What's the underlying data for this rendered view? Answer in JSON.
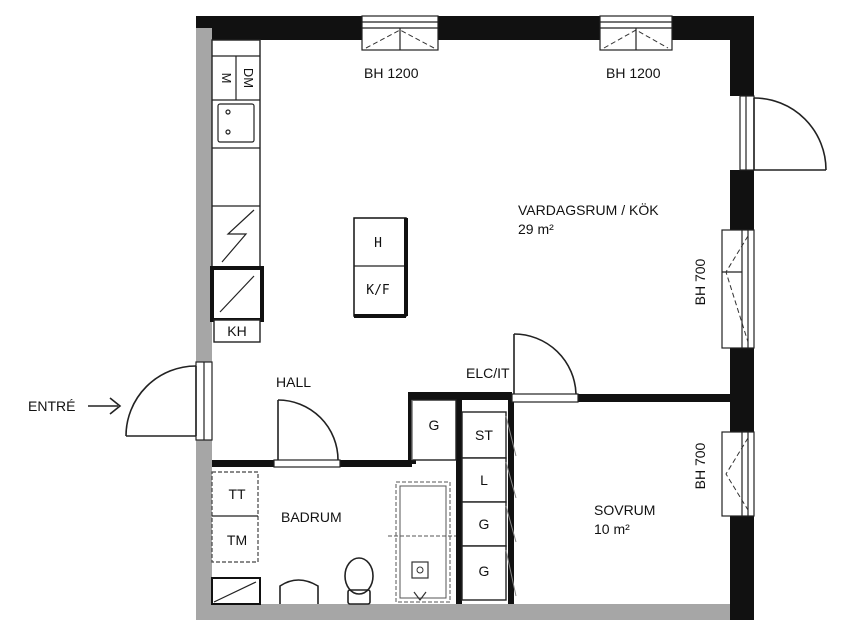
{
  "rooms": {
    "living": {
      "name": "VARDAGSRUM / KÖK",
      "area": "29 m²"
    },
    "bedroom": {
      "name": "SOVRUM",
      "area": "10 m²"
    },
    "bathroom": {
      "name": "BADRUM"
    },
    "hall": {
      "name": "HALL"
    }
  },
  "labels": {
    "entrance": "ENTRÉ",
    "elc_it": "ELC/IT",
    "window_top_left": "BH 1200",
    "window_top_right": "BH 1200",
    "window_right_living": "BH 700",
    "window_right_bedroom": "BH 700"
  },
  "fixtures": {
    "microwave": "M",
    "dishwasher": "DM",
    "fridge_freezer": "KH",
    "island_hob": "H",
    "island_fridge": "K/F",
    "wardrobe_hall": "G",
    "storage": "ST",
    "linen": "L",
    "wardrobe_1": "G",
    "wardrobe_2": "G",
    "washer": "TM",
    "dryer": "TT"
  }
}
